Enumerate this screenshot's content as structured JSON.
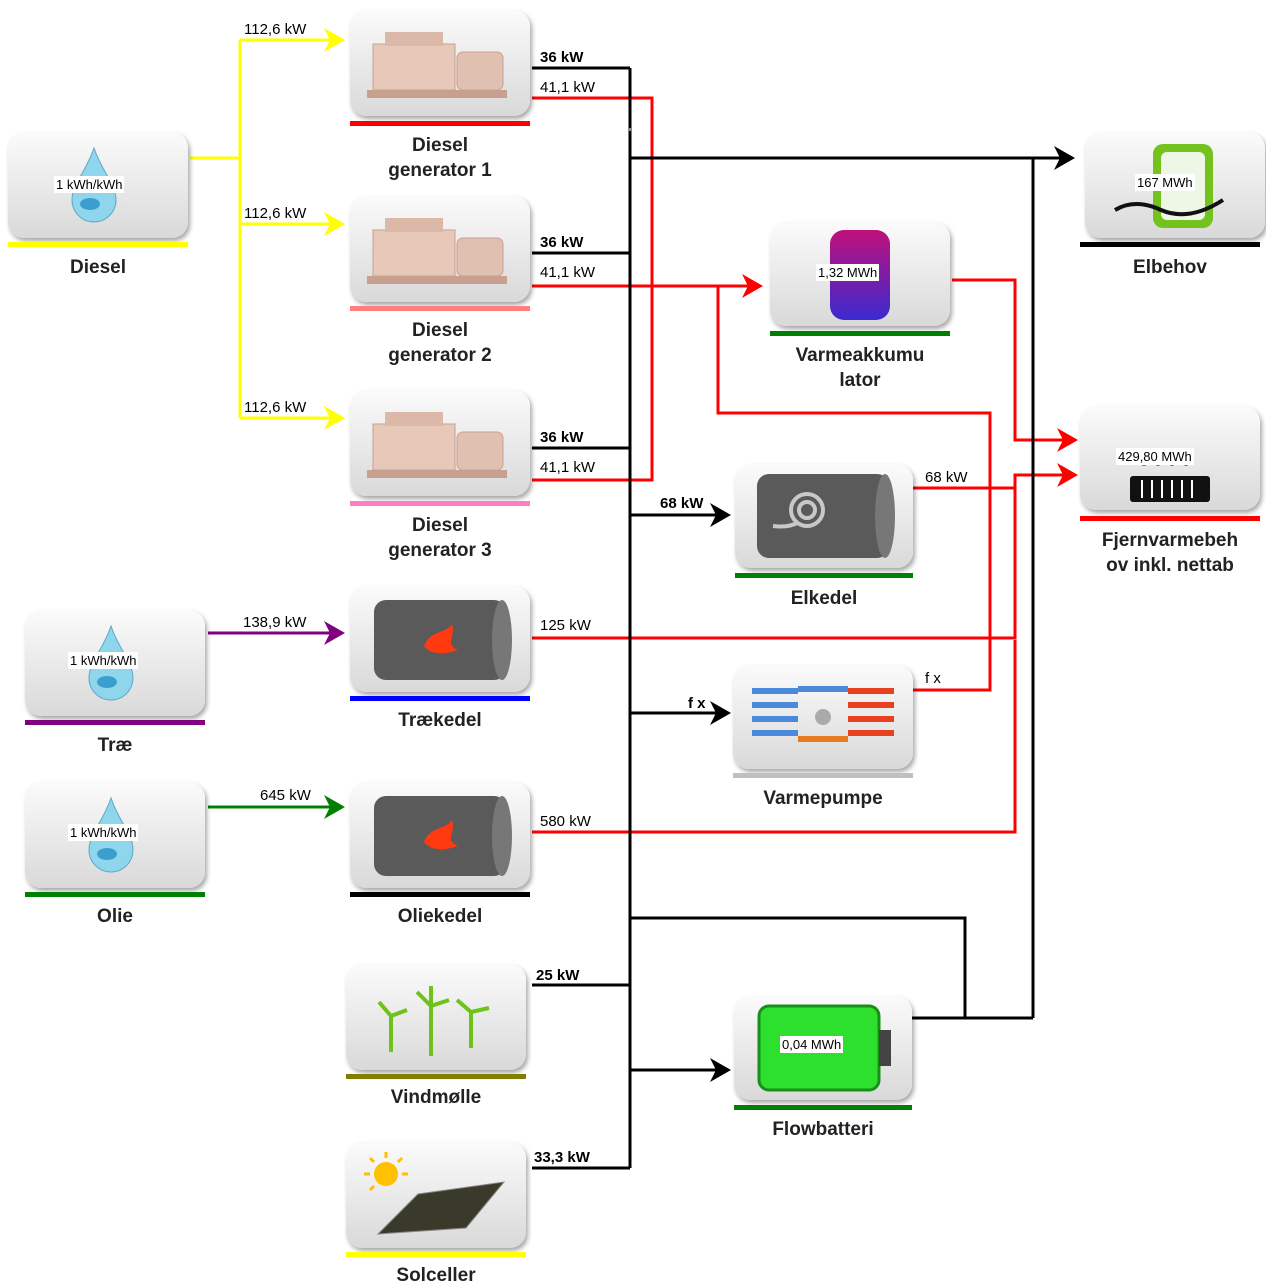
{
  "units": [
    {
      "id": "diesel",
      "name": "Diesel",
      "value": "1 kWh/kWh",
      "icon": "fuel-drop-icon",
      "bar_color": "#ffff00"
    },
    {
      "id": "trae",
      "name": "Træ",
      "value": "1 kWh/kWh",
      "icon": "fuel-drop-icon",
      "bar_color": "#800080"
    },
    {
      "id": "olie",
      "name": "Olie",
      "value": "1 kWh/kWh",
      "icon": "fuel-drop-icon",
      "bar_color": "#008000"
    },
    {
      "id": "dg1",
      "name": "Diesel generator 1",
      "icon": "diesel-engine-icon",
      "bar_color": "#ff0000"
    },
    {
      "id": "dg2",
      "name": "Diesel generator 2",
      "icon": "diesel-engine-icon",
      "bar_color": "#ff8080"
    },
    {
      "id": "dg3",
      "name": "Diesel generator 3",
      "icon": "diesel-engine-icon",
      "bar_color": "#ff80c0"
    },
    {
      "id": "traekedel",
      "name": "Trækedel",
      "icon": "boiler-flame-icon",
      "bar_color": "#0000ff"
    },
    {
      "id": "oliekedel",
      "name": "Oliekedel",
      "icon": "boiler-flame-icon",
      "bar_color": "#000000"
    },
    {
      "id": "vindmolle",
      "name": "Vindmølle",
      "icon": "wind-turbines-icon",
      "bar_color": "#808000"
    },
    {
      "id": "solceller",
      "name": "Solceller",
      "icon": "solar-panel-icon",
      "bar_color": "#ffff00"
    },
    {
      "id": "varmeakk",
      "name": "Varmeakkumu lator",
      "value": "1,32 MWh",
      "icon": "heat-storage-tank-icon",
      "bar_color": "#008000"
    },
    {
      "id": "elkedel",
      "name": "Elkedel",
      "icon": "electric-boiler-coil-icon",
      "bar_color": "#008000"
    },
    {
      "id": "varmepumpe",
      "name": "Varmepumpe",
      "icon": "heat-pump-icon",
      "bar_color": "#c0c0c0"
    },
    {
      "id": "flowbatteri",
      "name": "Flowbatteri",
      "value": "0,04 MWh",
      "icon": "battery-icon",
      "bar_color": "#008000"
    },
    {
      "id": "elbehov",
      "name": "Elbehov",
      "value": "167 MWh",
      "icon": "power-outlet-icon",
      "bar_color": "#000000"
    },
    {
      "id": "fjernvarme",
      "name": "Fjernvarmebeh ov inkl. nettab",
      "value": "429,80 MWh",
      "icon": "radiator-icon",
      "bar_color": "#ff0000"
    }
  ],
  "flow_labels": {
    "diesel_dg1": "112,6 kW",
    "diesel_dg2": "112,6 kW",
    "diesel_dg3": "112,6 kW",
    "dg1_el": "36 kW",
    "dg1_heat": "41,1 kW",
    "dg2_el": "36 kW",
    "dg2_heat": "41,1 kW",
    "dg3_el": "36 kW",
    "dg3_heat": "41,1 kW",
    "trae_in": "138,9 kW",
    "trae_out": "125 kW",
    "olie_in": "645 kW",
    "olie_out": "580 kW",
    "elkedel_in": "68 kW",
    "elkedel_out": "68 kW",
    "vp_in": "f x",
    "vp_out": "f x",
    "vind_out": "25 kW",
    "sol_out": "33,3 kW"
  },
  "colors": {
    "fuel_diesel": "#ffff00",
    "fuel_trae": "#800080",
    "fuel_olie": "#008000",
    "electricity": "#000000",
    "heat": "#ff0000"
  }
}
